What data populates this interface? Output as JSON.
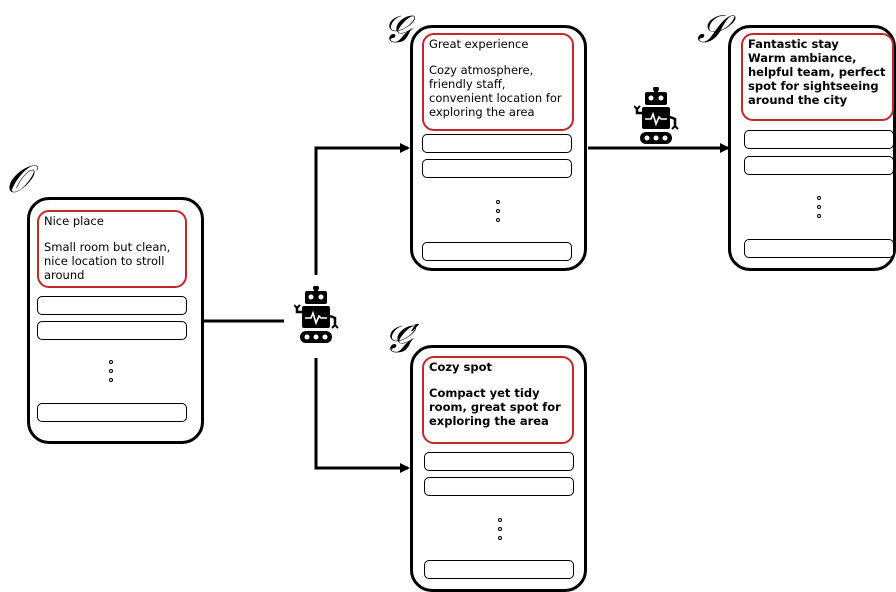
{
  "cards": {
    "O": {
      "symbol": "𝒪",
      "title": "Nice place",
      "body": "Small room but clean, nice location to stroll around"
    },
    "G": {
      "symbol": "𝒢",
      "title": "Great experience",
      "body": "Cozy atmosphere, friendly staff, convenient location for exploring the area"
    },
    "Gp": {
      "symbol": "𝒢′",
      "title": "Cozy spot",
      "body": "Compact yet tidy room, great spot for exploring the area"
    },
    "S": {
      "symbol": "𝒮",
      "title": "Fantastic stay",
      "body": "Warm ambiance, helpful team, perfect spot for sightseeing around the city"
    }
  },
  "icons": [
    "robot-icon",
    "robot-icon"
  ],
  "colors": {
    "highlight": "#c0282b",
    "stroke": "#000000"
  }
}
